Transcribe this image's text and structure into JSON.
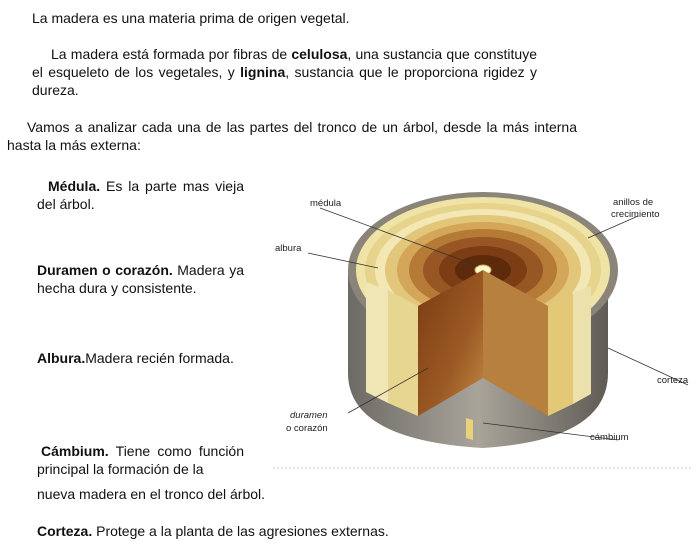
{
  "intro_line": "La madera es una materia prima de origen vegetal.",
  "paragraph2": {
    "t1": "La madera está formada por fibras de ",
    "b1": "celulosa",
    "t2": ", una sustancia que constituye el esqueleto de los vegetales, y ",
    "b2": "lignina",
    "t3": ", sustancia que le proporciona rigidez y dureza."
  },
  "paragraph3": "Vamos a analizar cada una de las partes del tronco de un árbol, desde la más interna hasta la más externa:",
  "parts": {
    "medula": {
      "term": "Médula.",
      "desc": " Es la parte mas vieja del árbol."
    },
    "duramen": {
      "term": "Duramen o corazón.",
      "desc": " Madera ya hecha dura y consistente."
    },
    "albura": {
      "term": "Albura.",
      "desc": "Madera recién formada."
    },
    "cambium": {
      "term": "Cámbium.",
      "desc": " Tiene como función principal la formación de la",
      "desc2": "nueva madera en el tronco del árbol."
    },
    "corteza": {
      "term": "Corteza.",
      "desc": " Protege a la planta de las agresiones externas."
    }
  },
  "diagram_labels": {
    "medula": "médula",
    "anillos_1": "anillos de",
    "anillos_2": "crecimiento",
    "albura": "albura",
    "corteza": "corteza",
    "duramen_1": "duramen",
    "duramen_2": "o corazón",
    "cambium": "cámbium"
  }
}
